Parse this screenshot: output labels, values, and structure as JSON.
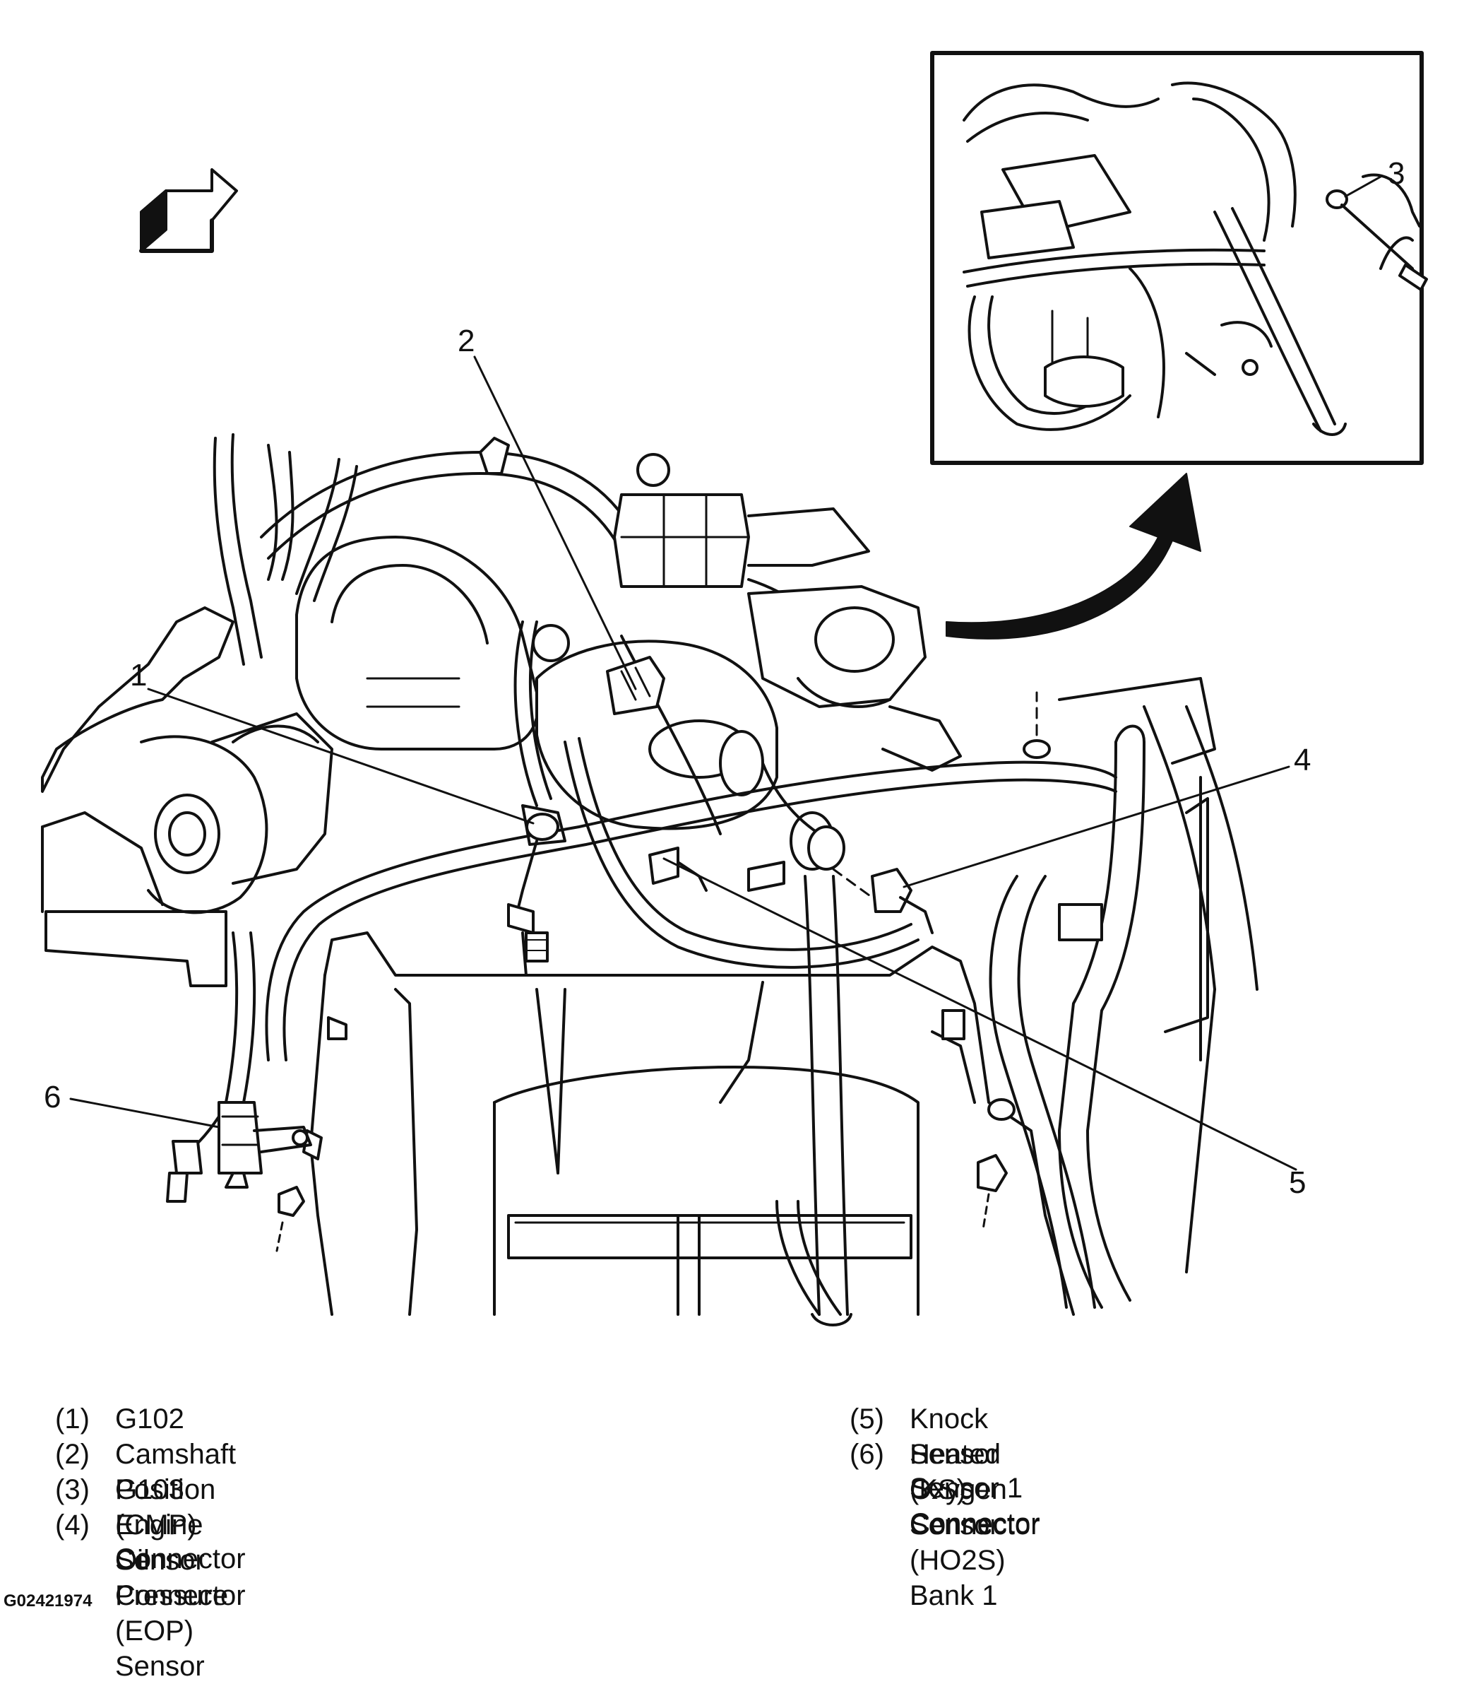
{
  "callouts": [
    "1",
    "2",
    "3",
    "4",
    "5",
    "6"
  ],
  "legend": [
    {
      "num": "(1)",
      "lines": [
        "G102"
      ]
    },
    {
      "num": "(2)",
      "lines": [
        "Camshaft Position (CMP) Sensor Connector"
      ]
    },
    {
      "num": "(3)",
      "lines": [
        "G103"
      ]
    },
    {
      "num": "(4)",
      "lines": [
        "Engine Oil Pressure (EOP) Sensor",
        "Connector"
      ]
    },
    {
      "num": "(5)",
      "lines": [
        "Knock Sensor (KS) Connector"
      ]
    },
    {
      "num": "(6)",
      "lines": [
        "Heated Oxygen Sensor (HO2S) Bank 1",
        "Sensor 1 Connector"
      ]
    }
  ],
  "figure_id": "G02421974",
  "colors": {
    "ink": "#111111",
    "paper": "#ffffff"
  },
  "icons": [
    "direction-arrow-icon",
    "detail-view-arrow-icon"
  ]
}
